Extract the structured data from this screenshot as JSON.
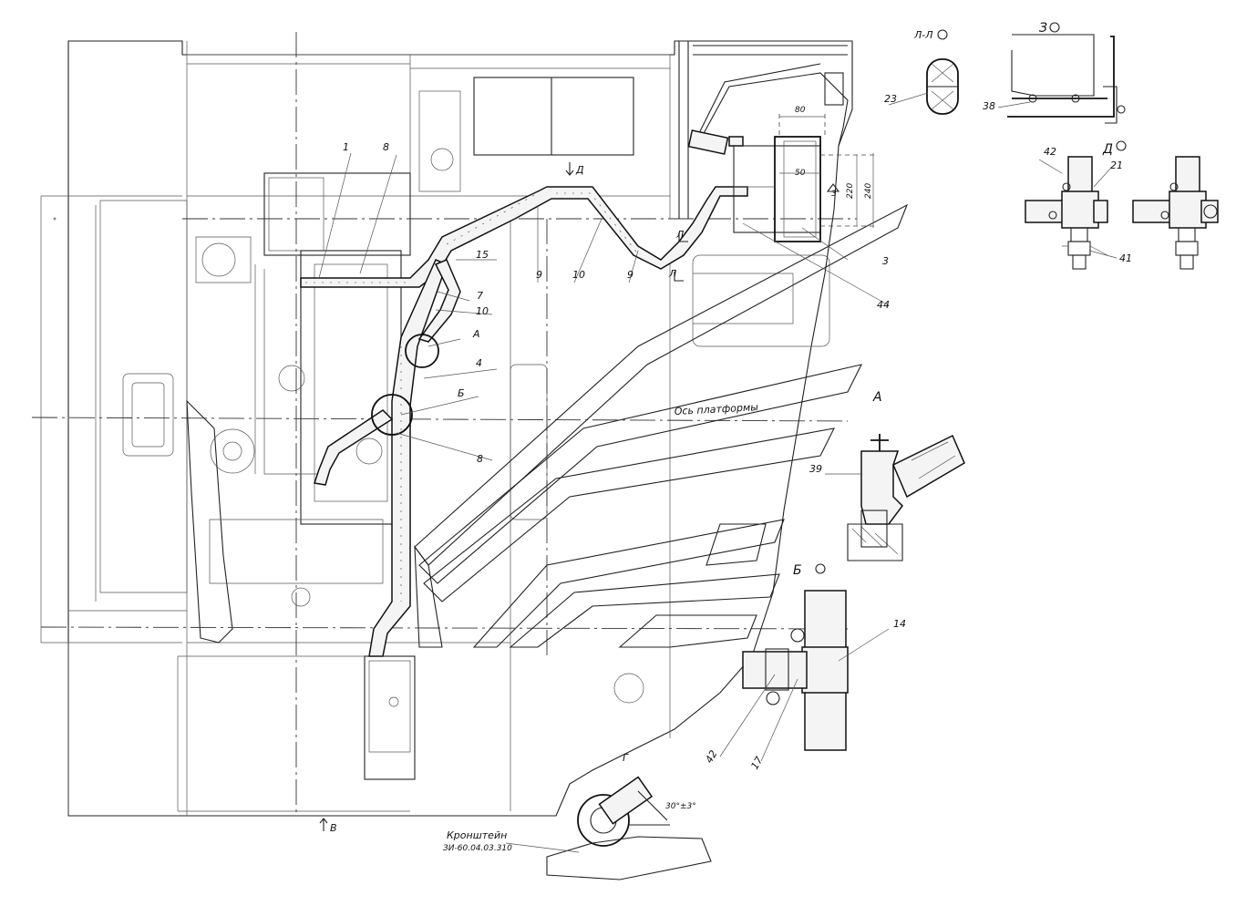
{
  "labels": {
    "l1": "1",
    "l8a": "8",
    "l15": "15",
    "l9a": "9",
    "l10a": "10",
    "l9b": "9",
    "l7": "7",
    "l10b": "10",
    "lA_mark": "А",
    "l4": "4",
    "lB_mark": "Б",
    "l8b": "8",
    "l3": "3",
    "l44": "44",
    "l80": "80",
    "l50": "50",
    "l220": "220",
    "l240": "240",
    "l3small": "3",
    "lD_arrow": "Д",
    "lG_arrow": "Г",
    "lV_arrow": "В",
    "lL_top": "Л",
    "lL_bot": "Л",
    "axis": "Ось платформы",
    "bracket_title": "Кронштейн",
    "bracket_code": "ЗИ-60.04.03.310",
    "angle": "30°±3°"
  },
  "views": {
    "LL": "Л-Л",
    "Z": "З",
    "D": "Д",
    "A": "А",
    "B": "Б"
  },
  "details": {
    "d23": "23",
    "d38": "38",
    "d42a": "42",
    "d21": "21",
    "d41": "41",
    "d39": "39",
    "d14": "14",
    "d42b": "42",
    "d17": "17"
  }
}
